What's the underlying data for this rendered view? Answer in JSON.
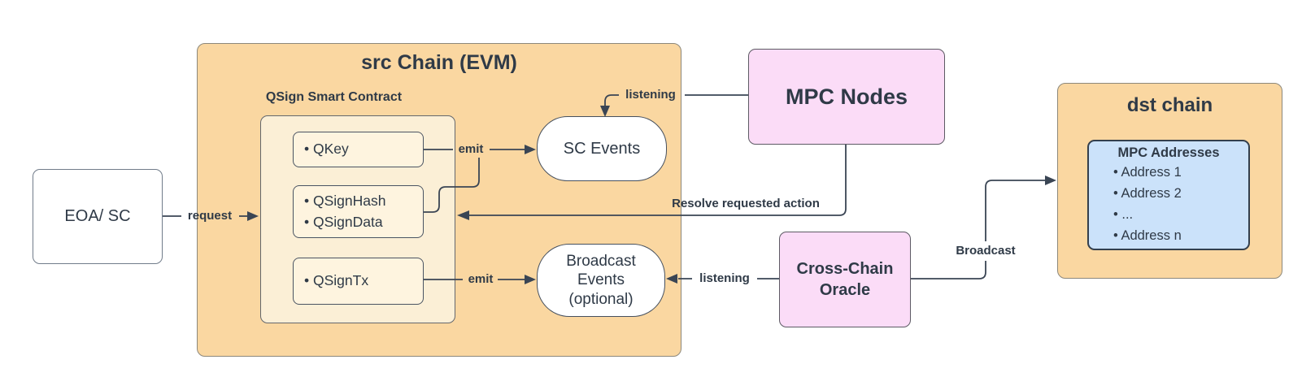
{
  "diagram": {
    "nodes": {
      "eoa_sc": {
        "label": "EOA/ SC"
      },
      "src_chain": {
        "title": "src Chain (EVM)"
      },
      "qsign_contract": {
        "title": "QSign Smart Contract",
        "qkey": {
          "line1": "• QKey"
        },
        "qsign_hash_data": {
          "line1": "• QSignHash",
          "line2": "• QSignData"
        },
        "qsign_tx": {
          "line1": "• QSignTx"
        }
      },
      "sc_events": {
        "label": "SC Events"
      },
      "broadcast_events": {
        "line1": "Broadcast",
        "line2": "Events",
        "line3": "(optional)"
      },
      "mpc_nodes": {
        "label": "MPC Nodes"
      },
      "cross_chain_oracle": {
        "line1": "Cross-Chain",
        "line2": "Oracle"
      },
      "dst_chain": {
        "title": "dst chain"
      },
      "mpc_addresses": {
        "title": "MPC Addresses",
        "items": [
          "• Address 1",
          "• Address 2",
          "• ...",
          "• Address n"
        ]
      }
    },
    "edges": {
      "request": "request",
      "emit_top": "emit",
      "emit_bottom": "emit",
      "listening_top": "listening",
      "listening_bottom": "listening",
      "resolve": "Resolve requested action",
      "broadcast": "Broadcast"
    },
    "colors": {
      "orange_fill": "#FAD7A1",
      "orange_border": "#8D887B",
      "cream_container_fill": "#FBEFD6",
      "cream_item_fill": "#FEF4DF",
      "pink_fill": "#FBDCF7",
      "blue_fill": "#CBE2FA",
      "white_fill": "#FFFFFF",
      "dark_border": "#4A5462",
      "line": "#3A4554",
      "text": "#2F3A47"
    }
  }
}
